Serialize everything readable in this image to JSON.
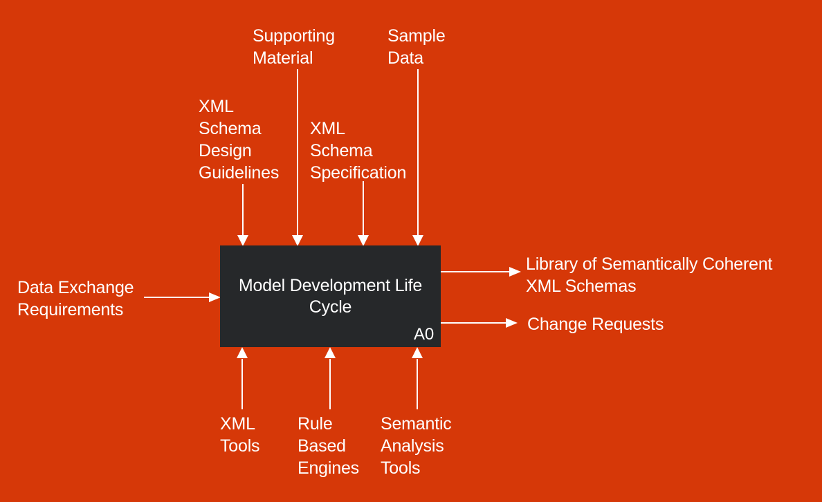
{
  "colors": {
    "background": "#d63808",
    "box_fill": "#26282a",
    "text": "#ffffff",
    "arrow": "#ffffff"
  },
  "box": {
    "title": "Model Development Life\nCycle",
    "node_id": "A0"
  },
  "inputs_left": [
    {
      "label": "Data Exchange\nRequirements"
    }
  ],
  "controls_top": [
    {
      "label": "XML\nSchema\nDesign\nGuidelines"
    },
    {
      "label": "Supporting\nMaterial"
    },
    {
      "label": "XML\nSchema\nSpecification"
    },
    {
      "label": "Sample\nData"
    }
  ],
  "outputs_right": [
    {
      "label": "Library of Semantically Coherent\nXML Schemas"
    },
    {
      "label": "Change Requests"
    }
  ],
  "mechanisms_bottom": [
    {
      "label": "XML\nTools"
    },
    {
      "label": "Rule\nBased\nEngines"
    },
    {
      "label": "Semantic\nAnalysis\nTools"
    }
  ]
}
